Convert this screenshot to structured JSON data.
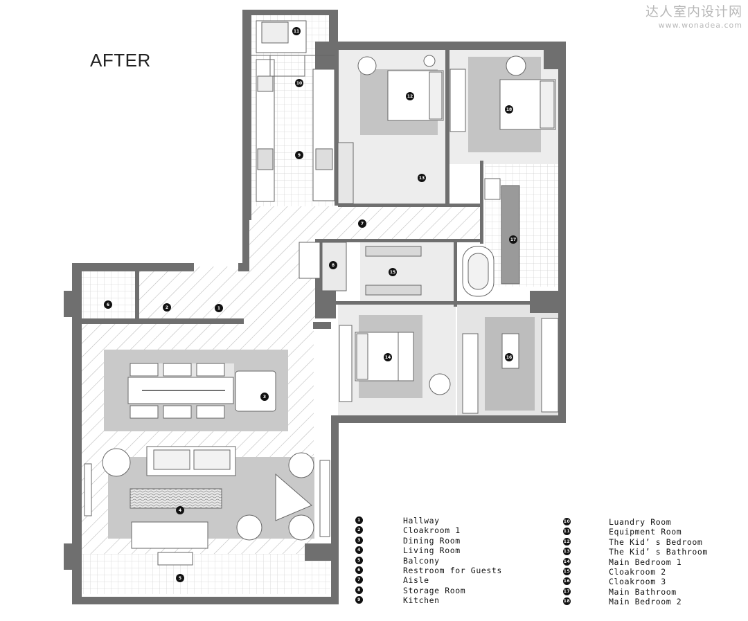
{
  "title": "AFTER",
  "watermark": {
    "cn": "达人室内设计网",
    "url": "www.wonadea.com"
  },
  "colors": {
    "wall": "#6f6f6f",
    "rug": "#c9c9c9",
    "floor_light": "#e6e6e6",
    "hatch": "#bdbdbd",
    "marker": "#111111"
  },
  "rooms": [
    {
      "num": "1",
      "name": "Hallway"
    },
    {
      "num": "2",
      "name": "Cloakroom 1"
    },
    {
      "num": "3",
      "name": "Dining Room"
    },
    {
      "num": "4",
      "name": "Living Room"
    },
    {
      "num": "5",
      "name": "Balcony"
    },
    {
      "num": "6",
      "name": "Restroom for Guests"
    },
    {
      "num": "7",
      "name": "Aisle"
    },
    {
      "num": "8",
      "name": "Storage Room"
    },
    {
      "num": "9",
      "name": "Kitchen"
    },
    {
      "num": "10",
      "name": "Luandry Room"
    },
    {
      "num": "11",
      "name": "Equipment Room"
    },
    {
      "num": "12",
      "name": "The Kid’ s Bedroom"
    },
    {
      "num": "13",
      "name": "The Kid’ s Bathroom"
    },
    {
      "num": "14",
      "name": "Main Bedroom 1"
    },
    {
      "num": "15",
      "name": "Cloakroom 2"
    },
    {
      "num": "16",
      "name": "Cloakroom 3"
    },
    {
      "num": "17",
      "name": "Main Bathroom"
    },
    {
      "num": "18",
      "name": "Main Bedroom 2"
    }
  ]
}
